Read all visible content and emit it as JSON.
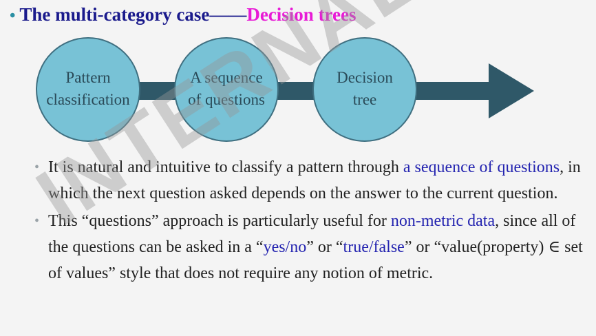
{
  "title": {
    "bullet": "•",
    "main": "The multi-category case——",
    "accent": "Decision trees"
  },
  "diagram": {
    "nodes": [
      {
        "line1": "Pattern",
        "line2": "classification"
      },
      {
        "line1": "A sequence",
        "line2": "of questions"
      },
      {
        "line1": "Decision",
        "line2": "tree"
      }
    ],
    "colors": {
      "circle": "#78c2d6",
      "arrow": "#2f5868"
    }
  },
  "paragraphs": [
    {
      "bullet": "•",
      "t1": "It is natural and intuitive to classify a pattern through ",
      "h1": "a sequence of questions",
      "t2": ", in which the next question asked depends on the answer to the current question."
    },
    {
      "bullet": "•",
      "t1": "This “questions” approach is particularly useful for ",
      "h1": "non-metric data",
      "t2": ", since all of the questions can be asked in a “",
      "h2": "yes/no",
      "t3": "” or “",
      "h3": "true/false",
      "t4": "” or “value(property) ∈ set of values” style that does not require any notion of metric."
    }
  ],
  "watermark": "INTERNAL USE"
}
